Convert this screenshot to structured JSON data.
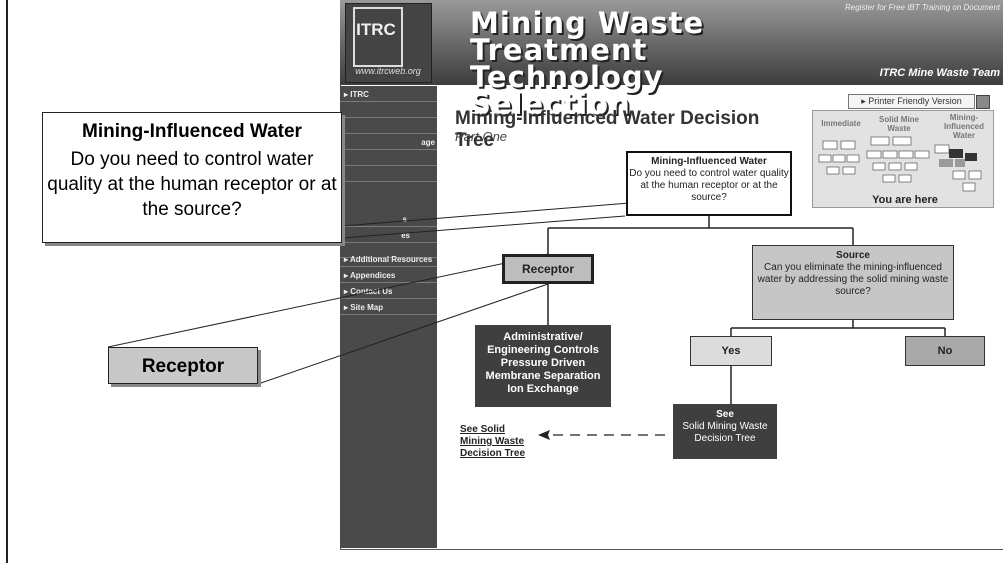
{
  "banner": {
    "title": "Mining Waste Treatment Technology Selection",
    "register": "Register for Free IBT Training on Document",
    "team": "ITRC Mine Waste Team",
    "logo_text": "ITRC",
    "logo_url": "www.itrcweb.org"
  },
  "sidebar": {
    "items": [
      {
        "label": "▸ ITRC"
      },
      {
        "label": ""
      },
      {
        "label": ""
      },
      {
        "label": "age"
      },
      {
        "label": ""
      },
      {
        "label": ""
      },
      {
        "label": "s"
      },
      {
        "label": "es"
      },
      {
        "label": ""
      },
      {
        "label": "▸ Additional Resources"
      },
      {
        "label": "▸ Appendices"
      },
      {
        "label": "▸ Contact Us"
      },
      {
        "label": "▸ Site Map"
      }
    ]
  },
  "content": {
    "printer_button": "▸ Printer Friendly Version",
    "title": "Mining-Influenced Water Decision Tree",
    "subtitle": "Part One",
    "overview": {
      "labels": [
        "Immediate",
        "Solid Mine Waste",
        "Mining-Influenced Water"
      ],
      "you_are_here": "You are here"
    },
    "tree": {
      "miw_title": "Mining-Influenced Water",
      "miw_question": "Do you need to control water quality at the human receptor or at the source?",
      "source_title": "Source",
      "source_question": "Can you eliminate the mining-influenced water by addressing the solid mining waste source?",
      "receptor": "Receptor",
      "controls": [
        "Administrative/",
        "Engineering Controls",
        "Pressure Driven",
        "Membrane Separation",
        "Ion Exchange"
      ],
      "yes": "Yes",
      "no": "No",
      "see_title": "See",
      "see_text": "Solid Mining Waste Decision Tree",
      "see_solid_link": [
        "See Solid",
        "Mining Waste",
        "Decision Tree"
      ]
    }
  },
  "callouts": {
    "miw_title": "Mining-Influenced Water",
    "miw_question": "Do you need to control water quality at the human receptor or at the source?",
    "receptor": "Receptor"
  }
}
